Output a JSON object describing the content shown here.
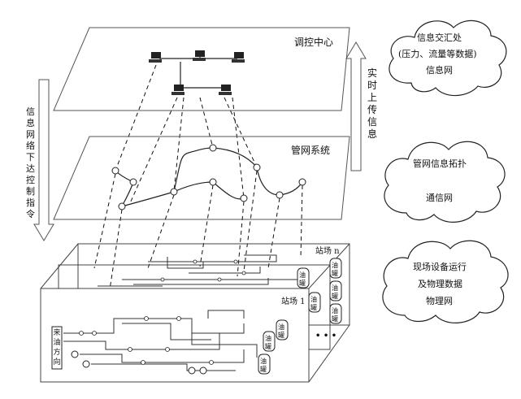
{
  "layers": {
    "control_center": "调控中心",
    "pipe_network_system": "管网系统",
    "station_n": "站场 n",
    "station_1": "站场 1"
  },
  "arrows": {
    "upload_chars": [
      "实",
      "时",
      "上",
      "传",
      "信",
      "息"
    ],
    "download_chars": [
      "信",
      "息",
      "网",
      "络",
      "下",
      "达",
      "控",
      "制",
      "指",
      "令"
    ]
  },
  "clouds": {
    "information_net": {
      "line1": "信息交汇处",
      "line2": "(压力、流量等数据)",
      "line3": "信息网"
    },
    "communication_net": {
      "line1": "管网信息拓扑",
      "line2": "通信网"
    },
    "physical_net": {
      "line1": "现场设备运行",
      "line2": "及物理数据",
      "line3": "物理网"
    }
  },
  "tanks": {
    "label": "油罐",
    "chars": [
      "油",
      "罐"
    ]
  },
  "incoming": {
    "chars": [
      "来",
      "油",
      "方",
      "向"
    ]
  },
  "ellipsis": "• • •"
}
